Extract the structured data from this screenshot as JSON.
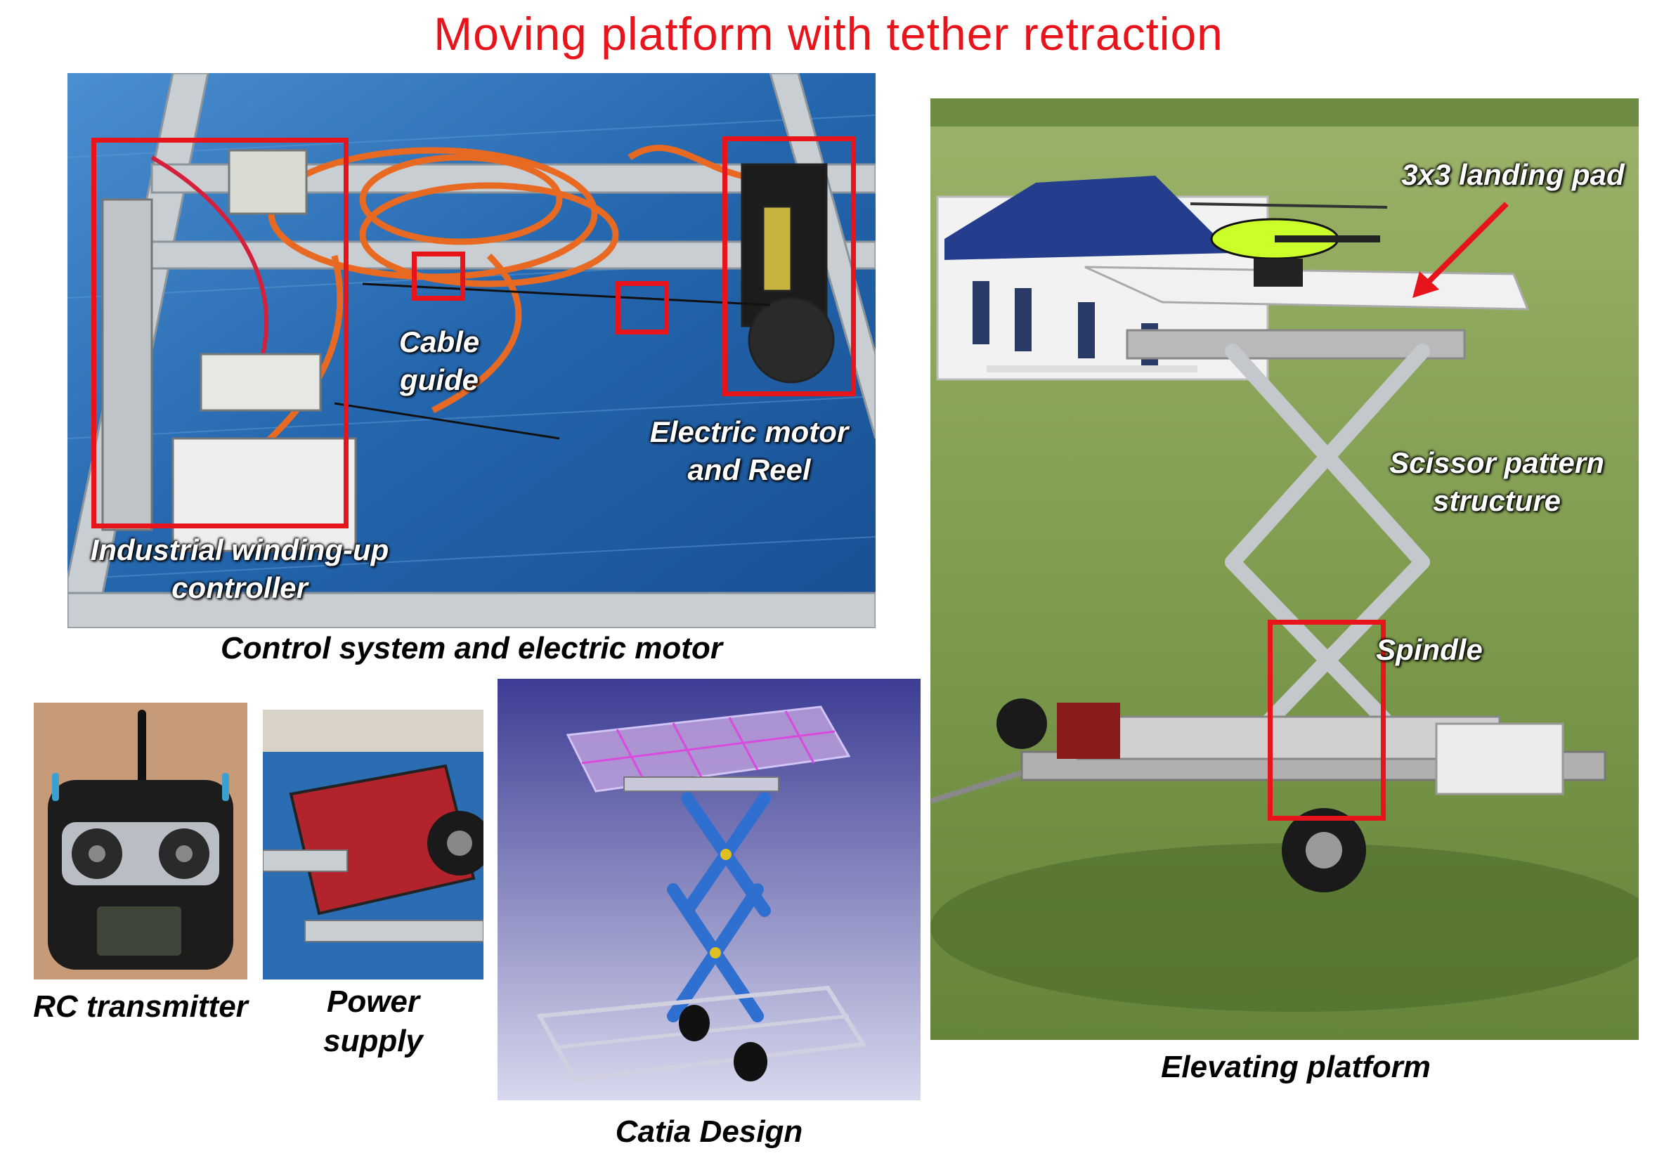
{
  "title": "Moving platform with tether retraction",
  "captions": {
    "control": "Control system and electric motor",
    "rc": "RC transmitter",
    "power_line1": "Power",
    "power_line2": "supply",
    "catia": "Catia Design",
    "elevating": "Elevating platform"
  },
  "labels": {
    "cable_line1": "Cable",
    "cable_line2": "guide",
    "motor_line1": "Electric motor",
    "motor_line2": "and Reel",
    "winding_line1": "Industrial winding-up",
    "winding_line2": "controller",
    "landing_pad": "3x3 landing pad",
    "scissor_line1": "Scissor pattern",
    "scissor_line2": "structure",
    "spindle": "Spindle"
  },
  "colors": {
    "title": "#e8141c",
    "highlight_box": "#e8141c",
    "arrow": "#e8141c",
    "grass": "#7d9a4e",
    "floor": "#2b6fb0",
    "catia_bg": "#4b4aa0"
  }
}
